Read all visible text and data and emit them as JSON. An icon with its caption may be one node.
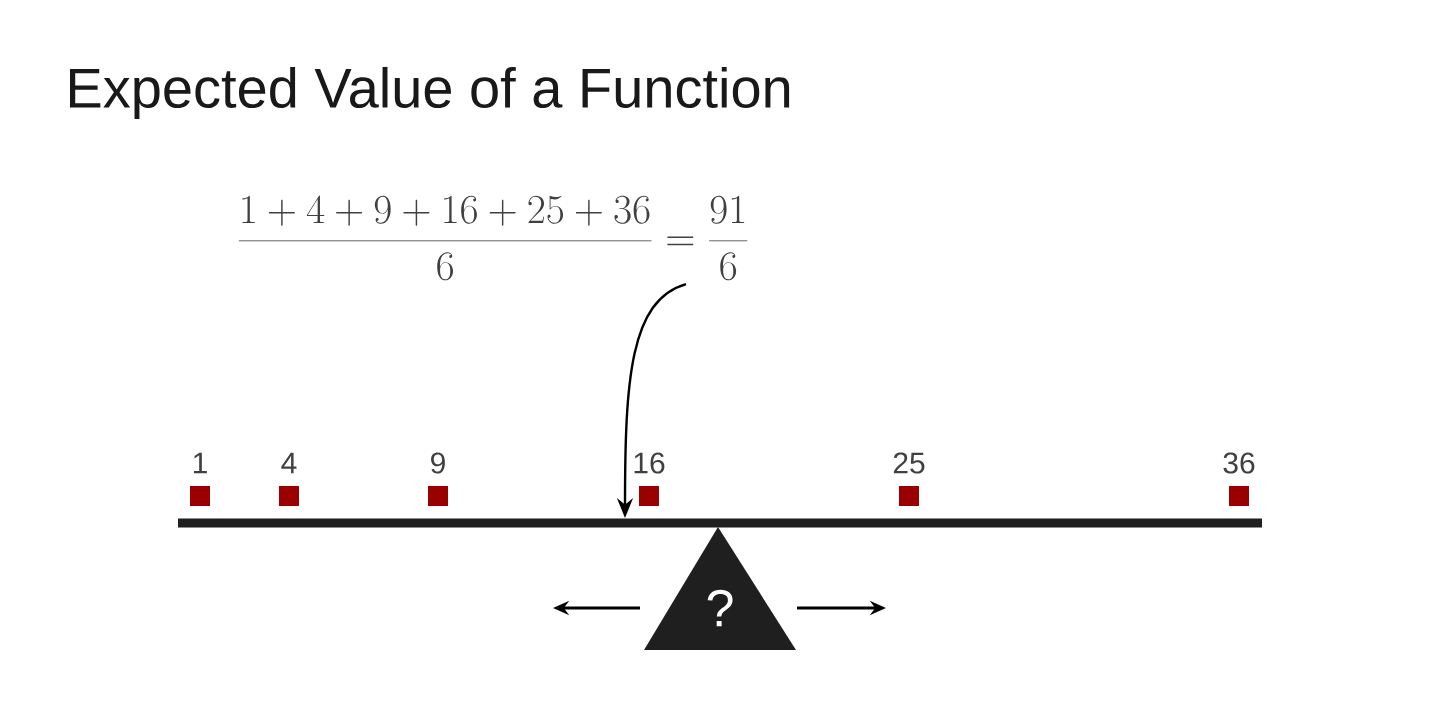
{
  "diagram": {
    "title": "Expected Value of a Function",
    "nodes": [
      {
        "text": [
          "\\frac{1+4+9+16+25+36}{6}=\\frac{91}{6}"
        ]
      },
      {
        "text": [],
        "shape": "bar"
      },
      {
        "text": [
          "?"
        ]
      }
    ],
    "edges": [
      {
        "from": 0,
        "to": 1,
        "arrow": "to"
      }
    ],
    "labels": [
      "1",
      "4",
      "9",
      "16",
      "25",
      "36"
    ]
  }
}
